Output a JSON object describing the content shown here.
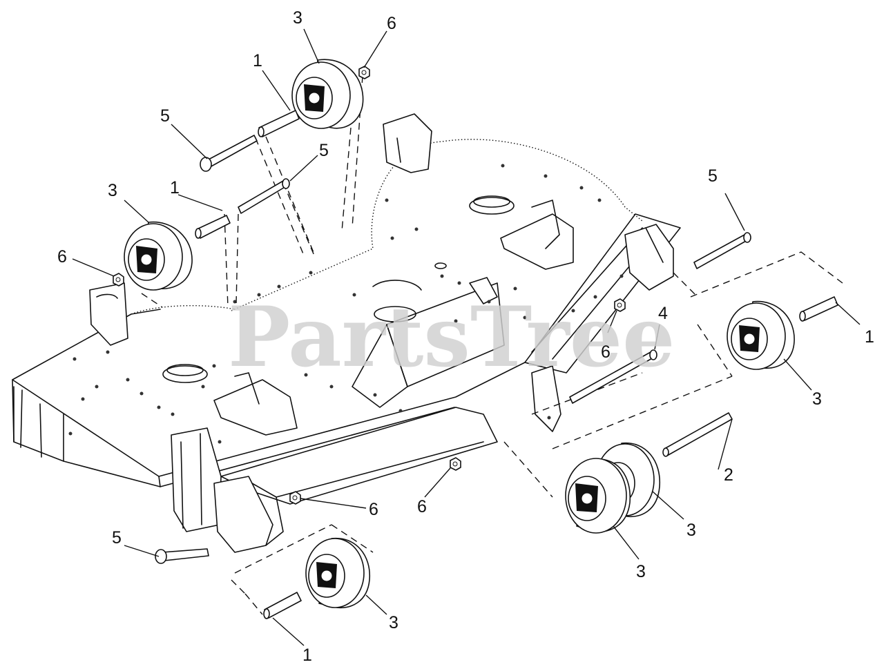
{
  "watermark": {
    "text": "PartsTree",
    "color": "#c8c8c8"
  },
  "callouts": [
    {
      "id": "c1",
      "label": "3"
    },
    {
      "id": "c2",
      "label": "6"
    },
    {
      "id": "c3",
      "label": "1"
    },
    {
      "id": "c4",
      "label": "5"
    },
    {
      "id": "c5",
      "label": "5"
    },
    {
      "id": "c6",
      "label": "3"
    },
    {
      "id": "c7",
      "label": "1"
    },
    {
      "id": "c8",
      "label": "6"
    },
    {
      "id": "c9",
      "label": "5"
    },
    {
      "id": "c10",
      "label": "4"
    },
    {
      "id": "c11",
      "label": "6"
    },
    {
      "id": "c12",
      "label": "1"
    },
    {
      "id": "c13",
      "label": "3"
    },
    {
      "id": "c14",
      "label": "2"
    },
    {
      "id": "c15",
      "label": "3"
    },
    {
      "id": "c16",
      "label": "3"
    },
    {
      "id": "c17",
      "label": "6"
    },
    {
      "id": "c18",
      "label": "6"
    },
    {
      "id": "c19",
      "label": "5"
    },
    {
      "id": "c20",
      "label": "3"
    },
    {
      "id": "c21",
      "label": "1"
    }
  ]
}
